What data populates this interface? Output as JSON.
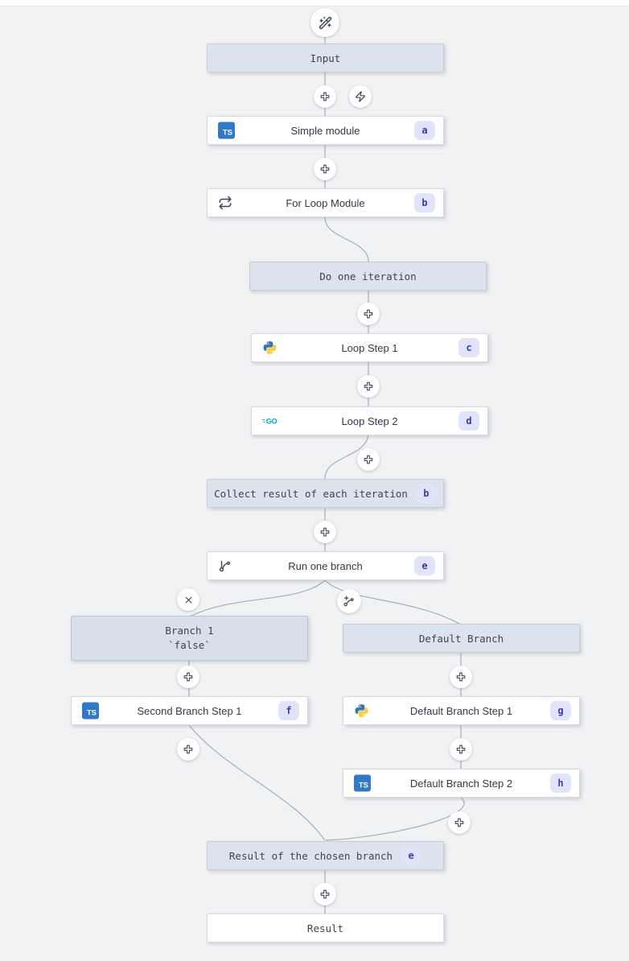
{
  "view": {
    "name": "flow-editor-canvas",
    "background": "#f1f2f4",
    "wire_color": "#a7adb7"
  },
  "colors": {
    "frame_bg": "#dce3ed",
    "frame_border": "#c6cdd8",
    "module_bg": "#ffffff",
    "badge_bg": "#e0e4fa",
    "badge_text": "#4138b2",
    "typescript_blue": "#3178c6",
    "go_blue": "#00acd7",
    "python_blue": "#3776ab",
    "python_yellow": "#f7cf3e"
  },
  "icons": {
    "top": "wand-sparkles",
    "insert": "plus",
    "trigger": "zap",
    "remove_branch": "x",
    "add_branch": "git-branch-plus",
    "for_loop": "repeat",
    "branch_one": "split",
    "ts_label": "TS",
    "go_label": "GO"
  },
  "nodes": {
    "input": {
      "label": "Input"
    },
    "simple_module": {
      "label": "Simple module",
      "badge": "a",
      "icon": "typescript"
    },
    "for_loop": {
      "label": "For Loop Module",
      "badge": "b",
      "icon": "repeat"
    },
    "do_one_iteration": {
      "label": "Do one iteration"
    },
    "loop_step_1": {
      "label": "Loop Step 1",
      "badge": "c",
      "icon": "python"
    },
    "loop_step_2": {
      "label": "Loop Step 2",
      "badge": "d",
      "icon": "go"
    },
    "collect_result": {
      "label": "Collect result of each iteration",
      "badge": "b"
    },
    "run_one_branch": {
      "label": "Run one branch",
      "badge": "e",
      "icon": "split"
    },
    "branch_1": {
      "label": "Branch 1",
      "sublabel": "`false`"
    },
    "default_branch": {
      "label": "Default Branch"
    },
    "second_branch_step_1": {
      "label": "Second Branch Step 1",
      "badge": "f",
      "icon": "typescript"
    },
    "default_branch_step_1": {
      "label": "Default Branch Step 1",
      "badge": "g",
      "icon": "python"
    },
    "default_branch_step_2": {
      "label": "Default Branch Step 2",
      "badge": "h",
      "icon": "typescript"
    },
    "result_of_chosen_branch": {
      "label": "Result of the chosen branch",
      "badge": "e"
    },
    "result": {
      "label": "Result"
    }
  }
}
